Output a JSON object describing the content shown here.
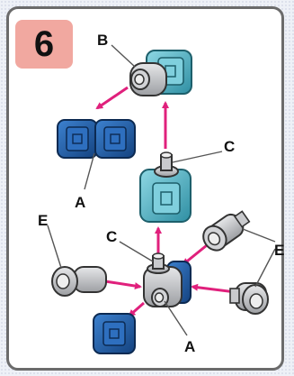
{
  "step": {
    "number": "6"
  },
  "labels": {
    "b_top": "B",
    "a_top": "A",
    "c_mid": "C",
    "c_bottom": "C",
    "e_left": "E",
    "e_right": "E",
    "a_bottom": "A"
  },
  "colors": {
    "arrow": "#e0207c",
    "blue_block": "#1e5ca8",
    "cyan_block": "#49b4c7",
    "gray_part": "#b7b9bc",
    "badge": "#f1a8a0",
    "frame": "#6b6b6b"
  }
}
